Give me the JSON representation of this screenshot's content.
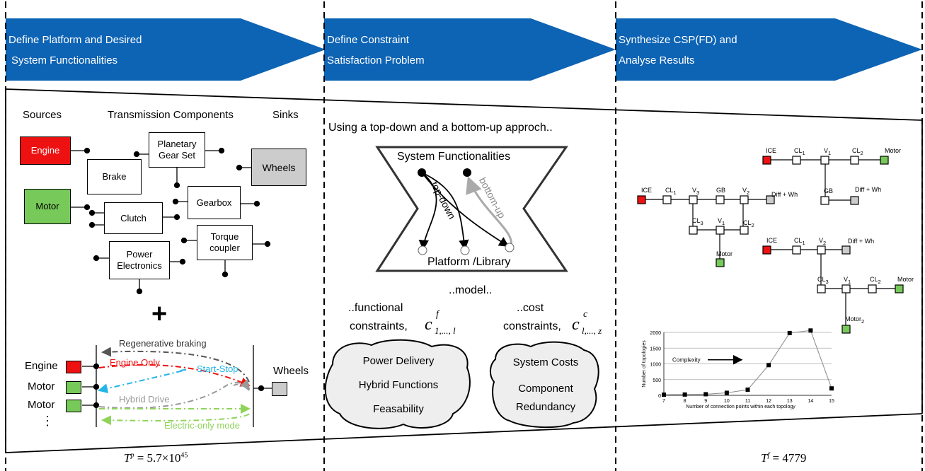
{
  "headers": [
    {
      "line1": "Define Platform and Desired",
      "line2": "System Functionalities"
    },
    {
      "line1": "Define Constraint",
      "line2": "Satisfaction Problem"
    },
    {
      "line1": "Synthesize CSP(FD) and",
      "line2": "Analyse Results"
    }
  ],
  "panel1": {
    "sources_label": "Sources",
    "transmission_label": "Transmission Components",
    "sinks_label": "Sinks",
    "components": {
      "engine": "Engine",
      "motor": "Motor",
      "planetary_line1": "Planetary",
      "planetary_line2": "Gear Set",
      "brake": "Brake",
      "wheels": "Wheels",
      "gearbox": "Gearbox",
      "clutch": "Clutch",
      "torque_line1": "Torque",
      "torque_line2": "coupler",
      "power_line1": "Power",
      "power_line2": "Electronics"
    },
    "plus": "+",
    "modes": {
      "regen": "Regenerative braking",
      "engine_only": "Engine Only",
      "start_stop": "Start-Stop",
      "hybrid": "Hybrid Drive",
      "electric": "Electric-only mode"
    },
    "mode_sources": [
      "Engine",
      "Motor",
      "Motor"
    ],
    "ellipsis": "⋮",
    "mode_sink": "Wheels",
    "formula": {
      "var": "T",
      "sup": "p",
      "rhs": " = 5.7×10",
      "exp": "45"
    }
  },
  "panel2": {
    "intro": "Using a top-down and a bottom-up approch..",
    "sys_func": "System Functionalities",
    "top_down": "top-down",
    "bottom_up": "bottom-up",
    "platform": "Platform /Library",
    "model": "..model..",
    "functional_line1": "..functional",
    "functional_line2": "constraints,",
    "func_c_sup": "f",
    "func_c_sub": "1,..., l",
    "cost_line1": "..cost",
    "cost_line2": "constraints,",
    "cost_c_sup": "c",
    "cost_c_sub": "l,..., z",
    "cloud1": [
      "Power Delivery",
      "Hybrid Functions",
      "Feasability"
    ],
    "cloud2": [
      "System Costs",
      "Component",
      "Redundancy"
    ]
  },
  "panel3": {
    "topo1": {
      "ice": "ICE",
      "cl1": "CL",
      "v1": "V",
      "cl2": "CL",
      "motor": "Motor",
      "gb": "GB",
      "diff": "Diff + Wh"
    },
    "topo2": {
      "ice": "ICE",
      "cl1": "CL",
      "v3": "V",
      "gb": "GB",
      "v2": "V",
      "diff": "Diff + Wh",
      "cl3": "CL",
      "v1": "V",
      "cl2": "CL",
      "motor": "Motor"
    },
    "topo3": {
      "ice": "ICE",
      "cl1": "CL",
      "v2": "V",
      "diff": "Diff + Wh",
      "cl3": "CL",
      "v1": "V",
      "cl2": "CL",
      "motor": "Motor",
      "motor2": "Motor"
    },
    "formula": {
      "var": "T",
      "sup": "f",
      "rhs": " = 4779"
    }
  },
  "colors": {
    "header": "#0d63b4",
    "engine": "#ee1111",
    "motor": "#77c95a",
    "wheels": "#cccccc",
    "cloud": "#eeeeee"
  },
  "chart_data": {
    "type": "line",
    "xlabel": "Number of connection points within each topology",
    "ylabel": "Number of topologies",
    "x": [
      7,
      8,
      9,
      10,
      11,
      12,
      13,
      14,
      15
    ],
    "series": [
      {
        "values": [
          20,
          25,
          35,
          80,
          180,
          960,
          1980,
          2060,
          220
        ]
      }
    ],
    "xlim": [
      7,
      15
    ],
    "ylim": [
      0,
      2000
    ],
    "yticks": [
      0,
      500,
      1000,
      1500,
      2000
    ],
    "annotation": "Complexity",
    "grid": true
  }
}
